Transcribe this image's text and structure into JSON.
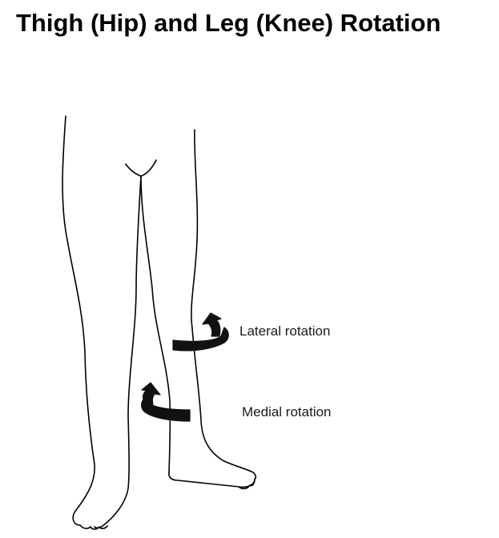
{
  "title": "Thigh (Hip) and Leg (Knee) Rotation",
  "labels": {
    "lateral": "Lateral rotation",
    "medial": "Medial rotation"
  },
  "colors": {
    "ink": "#000000",
    "arrow": "#111111",
    "background": "#ffffff"
  },
  "icons": {
    "lateral_arrow": "curved-arrow-icon",
    "medial_arrow": "curved-arrow-icon"
  }
}
